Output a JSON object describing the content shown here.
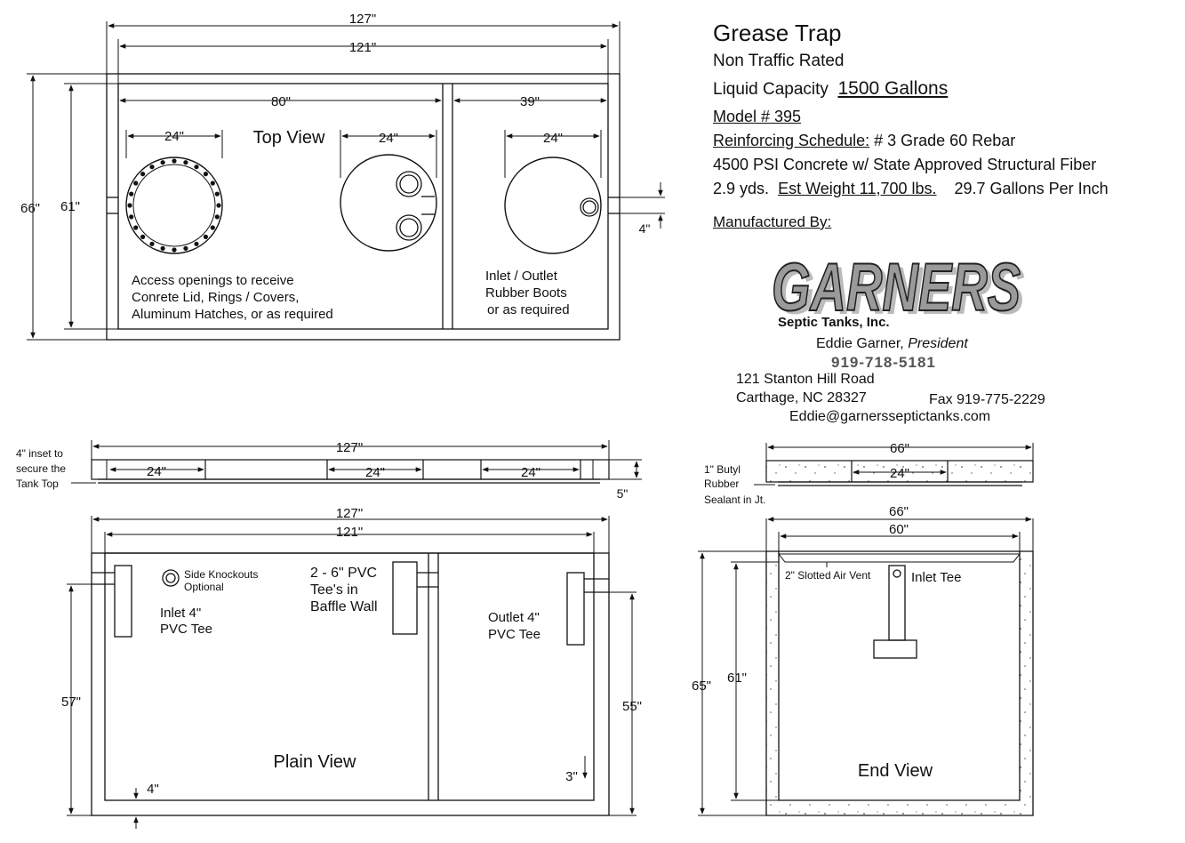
{
  "title": "Grease Trap",
  "subtitle": "Non Traffic Rated",
  "capacity_label": "Liquid Capacity",
  "capacity_value": "1500 Gallons",
  "model": "Model # 395",
  "reinforcing_label": "Reinforcing Schedule:",
  "reinforcing_value": "# 3 Grade 60 Rebar",
  "concrete": "4500 PSI Concrete w/ State Approved Structural Fiber",
  "yards": "2.9 yds.",
  "weight": "Est Weight  11,700 lbs.",
  "gallons_per_inch": "29.7 Gallons Per Inch",
  "manufactured_by": "Manufactured By:",
  "company": {
    "logo_text": "GARNERS",
    "subname": "Septic Tanks, Inc.",
    "president_name": "Eddie Garner,",
    "president_title": "President",
    "phone": "919-718-5181",
    "address1": "121 Stanton Hill Road",
    "address2": "Carthage, NC 28327",
    "fax": "Fax 919-775-2229",
    "email": "Eddie@garnersseptictanks.com"
  },
  "top_view": {
    "label": "Top View",
    "dim_overall": "127\"",
    "dim_inner": "121\"",
    "dim_left": "80\"",
    "dim_right": "39\"",
    "dim_opening1": "24\"",
    "dim_opening2": "24\"",
    "dim_opening3": "24\"",
    "dim_height_outer": "66\"",
    "dim_height_inner": "61\"",
    "dim_pipe": "4\"",
    "note_access": [
      "Access openings to receive",
      "Conrete Lid, Rings / Covers,",
      "Aluminum Hatches, or as required"
    ],
    "note_boots": [
      "Inlet / Outlet",
      "Rubber Boots",
      "or as required"
    ]
  },
  "lid_view": {
    "dim_overall": "127\"",
    "dim_a": "24\"",
    "dim_b": "24\"",
    "dim_c": "24\"",
    "dim_thickness": "5\"",
    "note": [
      "4\" inset to",
      "secure the",
      "Tank Top"
    ]
  },
  "end_lid": {
    "dim_overall": "66\"",
    "dim_opening": "24\"",
    "note": [
      "1\" Butyl",
      "Rubber",
      "Sealant in Jt."
    ]
  },
  "plain_view": {
    "label": "Plain View",
    "dim_overall": "127\"",
    "dim_inner": "121\"",
    "dim_inlet_height": "57\"",
    "dim_outlet_height": "55\"",
    "dim_bottom": "4\"",
    "dim_offset": "3\"",
    "knockout": [
      "Side Knockouts",
      "Optional"
    ],
    "inlet": [
      "Inlet 4\"",
      "PVC Tee"
    ],
    "baffle": [
      "2 - 6\" PVC",
      "Tee's in",
      "Baffle Wall"
    ],
    "outlet": [
      "Outlet 4\"",
      "PVC Tee"
    ]
  },
  "end_view": {
    "label": "End View",
    "dim_overall": "66\"",
    "dim_inner": "60\"",
    "dim_height_outer": "65\"",
    "dim_height_inner": "61\"",
    "vent": "2\" Slotted Air Vent",
    "inlet_tee": "Inlet Tee"
  }
}
